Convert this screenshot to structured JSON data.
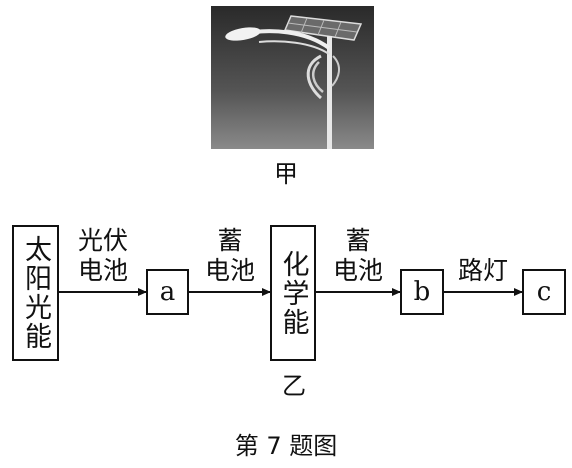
{
  "photo": {
    "label": "甲"
  },
  "diagram": {
    "nodes": [
      {
        "id": "solar",
        "text": "太阳光能"
      },
      {
        "id": "a",
        "text": "a"
      },
      {
        "id": "chem",
        "text": "化学能"
      },
      {
        "id": "b",
        "text": "b"
      },
      {
        "id": "c",
        "text": "c"
      }
    ],
    "edges": [
      {
        "from": "solar",
        "to": "a",
        "label_line1": "光伏",
        "label_line2": "电池"
      },
      {
        "from": "a",
        "to": "chem",
        "label_line1": "蓄",
        "label_line2": "电池"
      },
      {
        "from": "chem",
        "to": "b",
        "label_line1": "蓄",
        "label_line2": "电池"
      },
      {
        "from": "b",
        "to": "c",
        "label_line1": "路灯",
        "label_line2": ""
      }
    ],
    "chem_caption": "乙"
  },
  "figure_caption": "第 7 题图"
}
